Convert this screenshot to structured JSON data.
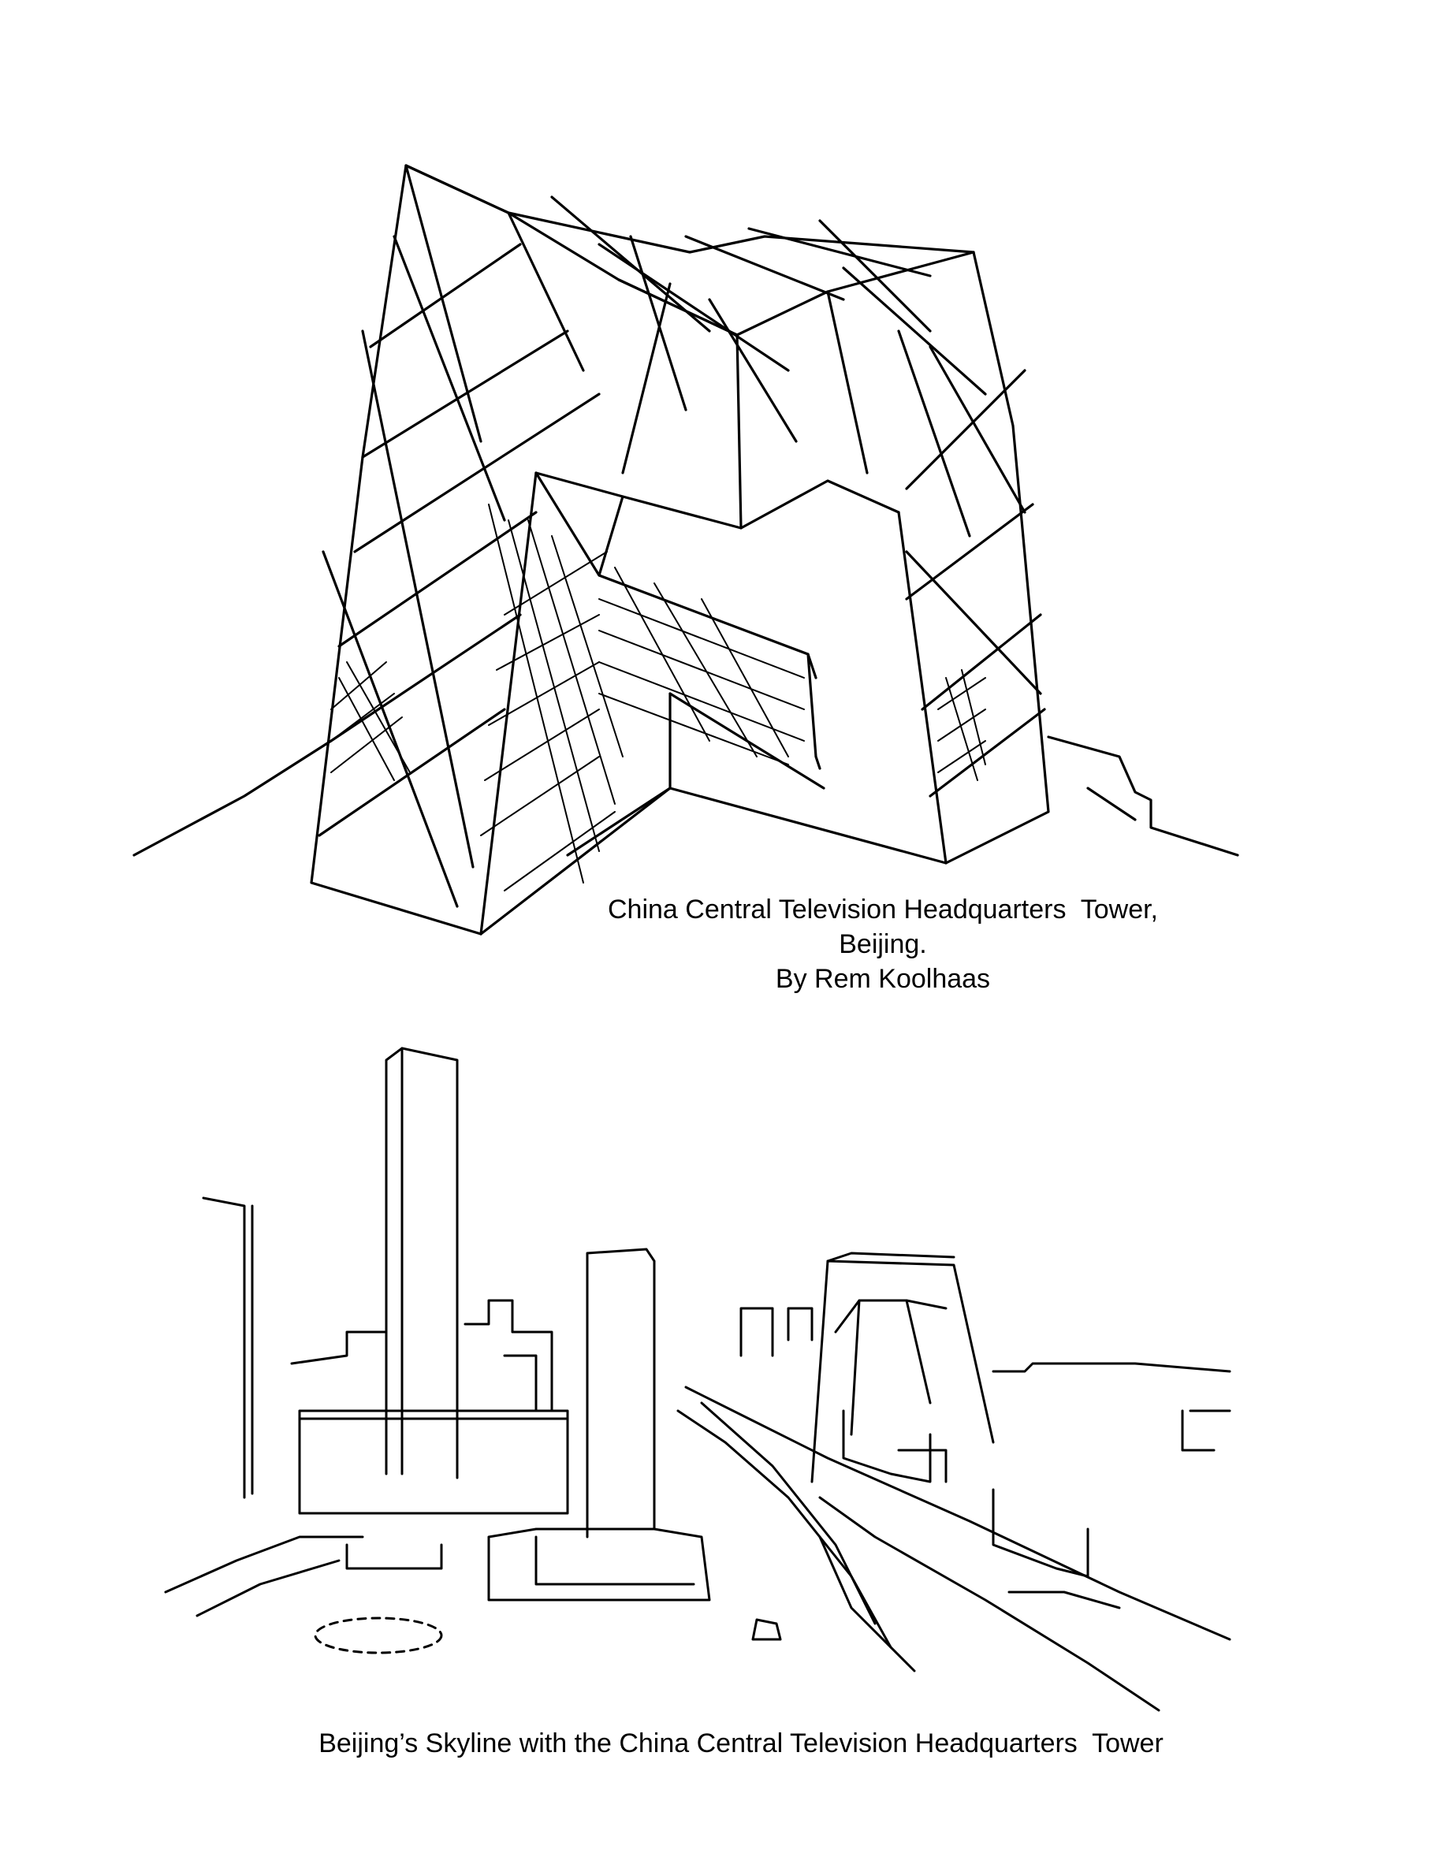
{
  "page": {
    "background": "#ffffff",
    "ink_color": "#000000"
  },
  "top_sketch": {
    "subject": "CCTV Headquarters tower line drawing",
    "caption": {
      "line1": "China Central Television Headquarters  Tower,",
      "line2": "Beijing.",
      "line3": "By Rem Koolhaas"
    }
  },
  "bottom_sketch": {
    "subject": "Beijing skyline line drawing",
    "caption": "Beijing’s Skyline with the China Central Television Headquarters  Tower"
  }
}
